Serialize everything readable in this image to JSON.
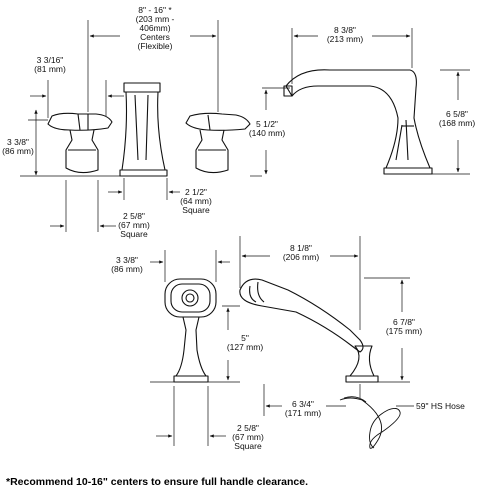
{
  "dimensions": {
    "centers": [
      "8\" - 16\" *",
      "(203 mm -",
      "406mm)",
      "Centers",
      "(Flexible)"
    ],
    "spout_reach": [
      "8 3/8\"",
      "(213 mm)"
    ],
    "handle_left_w": [
      "3 3/16\"",
      "(81 mm)"
    ],
    "handle_h": [
      "3 3/8\"",
      "(86 mm)"
    ],
    "spout_h": [
      "5 1/2\"",
      "(140 mm)"
    ],
    "spout_total_h": [
      "6 5/8\"",
      "(168 mm)"
    ],
    "spout_base": [
      "2 1/2\"",
      "(64 mm)",
      "Square"
    ],
    "handle_base": [
      "2 5/8\"",
      "(67 mm)",
      "Square"
    ],
    "hs_reach": [
      "8 1/8\"",
      "(206 mm)"
    ],
    "hs_width": [
      "3 3/8\"",
      "(86 mm)"
    ],
    "hs_holder_h": [
      "5\"",
      "(127 mm)"
    ],
    "hs_total_h": [
      "6 7/8\"",
      "(175 mm)"
    ],
    "hs_base_dist": [
      "6 3/4\"",
      "(171 mm)"
    ],
    "hs_base": [
      "2 5/8\"",
      "(67 mm)",
      "Square"
    ],
    "hose": "59\" HS Hose"
  },
  "footnote": "*Recommend 10-16\" centers to ensure full handle clearance."
}
